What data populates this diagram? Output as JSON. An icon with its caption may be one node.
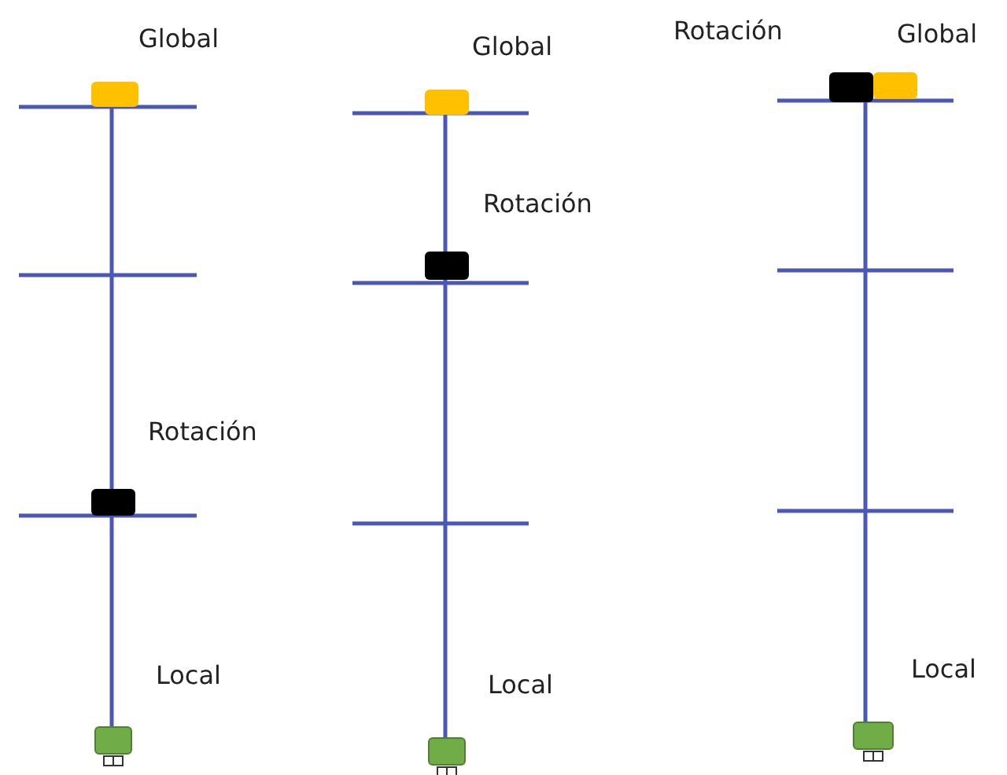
{
  "diagram": {
    "nodes": [
      {
        "text": [],
        "shape": "box",
        "beside": [
          "Global"
        ]
      },
      {
        "text": [],
        "shape": "box",
        "beside": [
          "Rotación"
        ]
      },
      {
        "text": [],
        "shape": "box",
        "beside": [
          "Local"
        ]
      },
      {
        "text": [],
        "shape": "box",
        "beside": [
          "Global"
        ]
      },
      {
        "text": [],
        "shape": "box",
        "beside": [
          "Rotación"
        ]
      },
      {
        "text": [],
        "shape": "box",
        "beside": [
          "Local"
        ]
      },
      {
        "text": [],
        "shape": "box",
        "beside": [
          "Rotación"
        ]
      },
      {
        "text": [],
        "shape": "box",
        "beside": [
          "Global"
        ]
      },
      {
        "text": [],
        "shape": "box",
        "beside": [
          "Local"
        ]
      }
    ]
  }
}
